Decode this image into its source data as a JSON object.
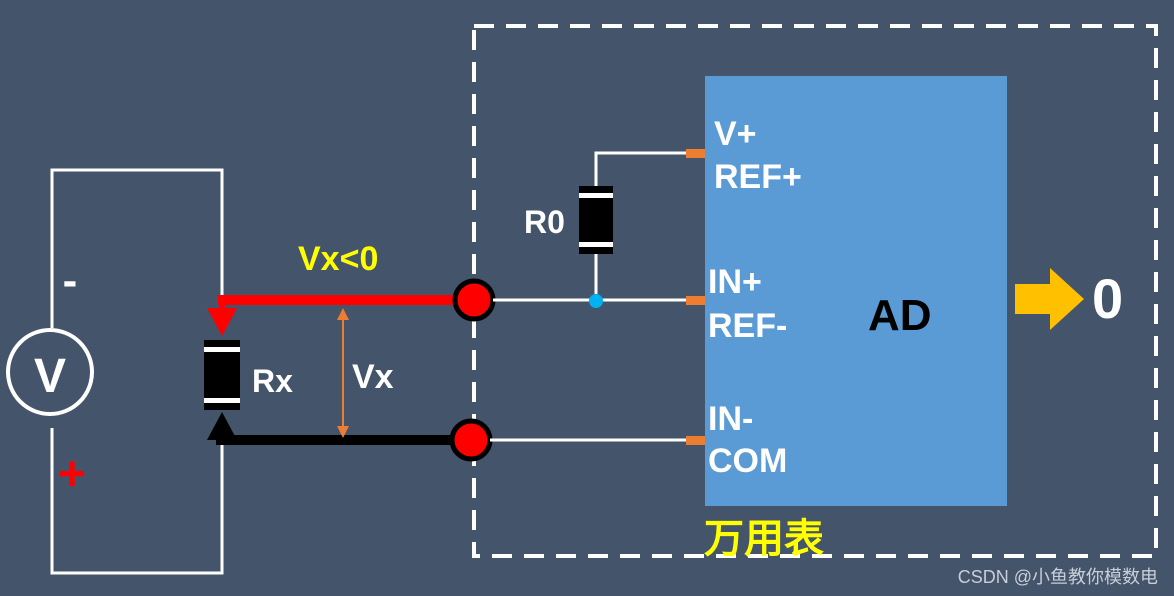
{
  "voltmeter": {
    "symbol": "V",
    "minus": "-",
    "plus": "+"
  },
  "rx": {
    "label": "Rx"
  },
  "r0": {
    "label": "R0"
  },
  "vx": {
    "label": "Vx",
    "condition": "Vx<0"
  },
  "ad": {
    "label": "AD",
    "pin1_line1": "V+",
    "pin1_line2": "REF+",
    "pin2_line1": "IN+",
    "pin2_line2": "REF-",
    "pin3_line1": "IN-",
    "pin3_line2": "COM"
  },
  "output": {
    "value": "0"
  },
  "meter": {
    "label": "万用表"
  },
  "watermark": "CSDN @小鱼教你模数电",
  "colors": {
    "background": "#44546a",
    "ad_block": "#5b9bd5",
    "hot_wire": "#ff0000",
    "highlight_text": "#ffff00",
    "pin": "#ed7d31",
    "output_arrow": "#ffc000",
    "junction": "#00b0f0"
  }
}
